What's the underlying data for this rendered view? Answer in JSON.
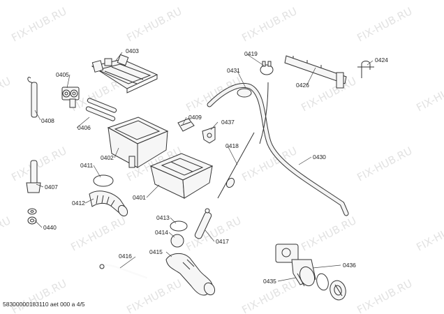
{
  "watermark": "FIX-HUB.RU",
  "footer_text": "58300000183110 aet 000 a 4/5",
  "part_labels": {
    "p0403": "0403",
    "p0405": "0405",
    "p0408": "0408",
    "p0406": "0406",
    "p0402": "0402",
    "p0411": "0411",
    "p0407": "0407",
    "p0412": "0412",
    "p0440": "0440",
    "p0401": "0401",
    "p0413": "0413",
    "p0414": "0414",
    "p0415": "0415",
    "p0416": "0416",
    "p0417": "0417",
    "p0409": "0409",
    "p0437": "0437",
    "p0418": "0418",
    "p0419": "0419",
    "p0431": "0431",
    "p0426": "0426",
    "p0424": "0424",
    "p0430": "0430",
    "p0436": "0436",
    "p0435": "0435"
  }
}
